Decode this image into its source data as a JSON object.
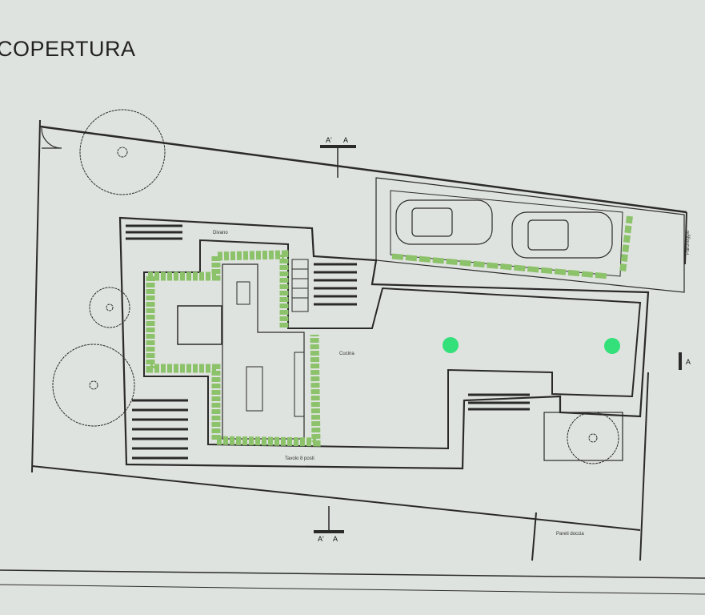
{
  "title": "COPERTURA",
  "labels": {
    "divano": "Divano",
    "cucina": "Cucina",
    "tavolo": "Tavolo 8 posti",
    "pareti_doccia": "Pareti doccia",
    "parcheggio": "Parcheggio"
  },
  "section_marks": {
    "top_left": "A'",
    "top_right": "A",
    "bottom_left": "A'",
    "bottom_right": "A",
    "side": "A"
  },
  "colors": {
    "background": "#dfe3df",
    "line": "#2a2a2a",
    "green": "#8cc26a",
    "marker": "#33e07a"
  }
}
